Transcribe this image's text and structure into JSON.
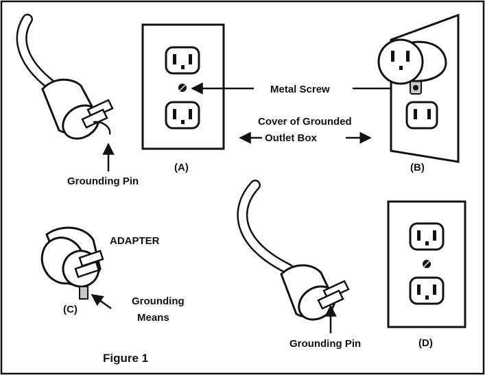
{
  "figure": {
    "caption": "Figure 1",
    "labels": {
      "metal_screw": "Metal Screw",
      "cover_line1": "Cover of Grounded",
      "cover_line2": "Outlet Box",
      "grounding_pin_top": "Grounding Pin",
      "grounding_pin_bottom": "Grounding Pin",
      "adapter": "ADAPTER",
      "grounding_means_line1": "Grounding",
      "grounding_means_line2": "Means",
      "panel_a": "(A)",
      "panel_b": "(B)",
      "panel_c": "(C)",
      "panel_d": "(D)"
    }
  }
}
